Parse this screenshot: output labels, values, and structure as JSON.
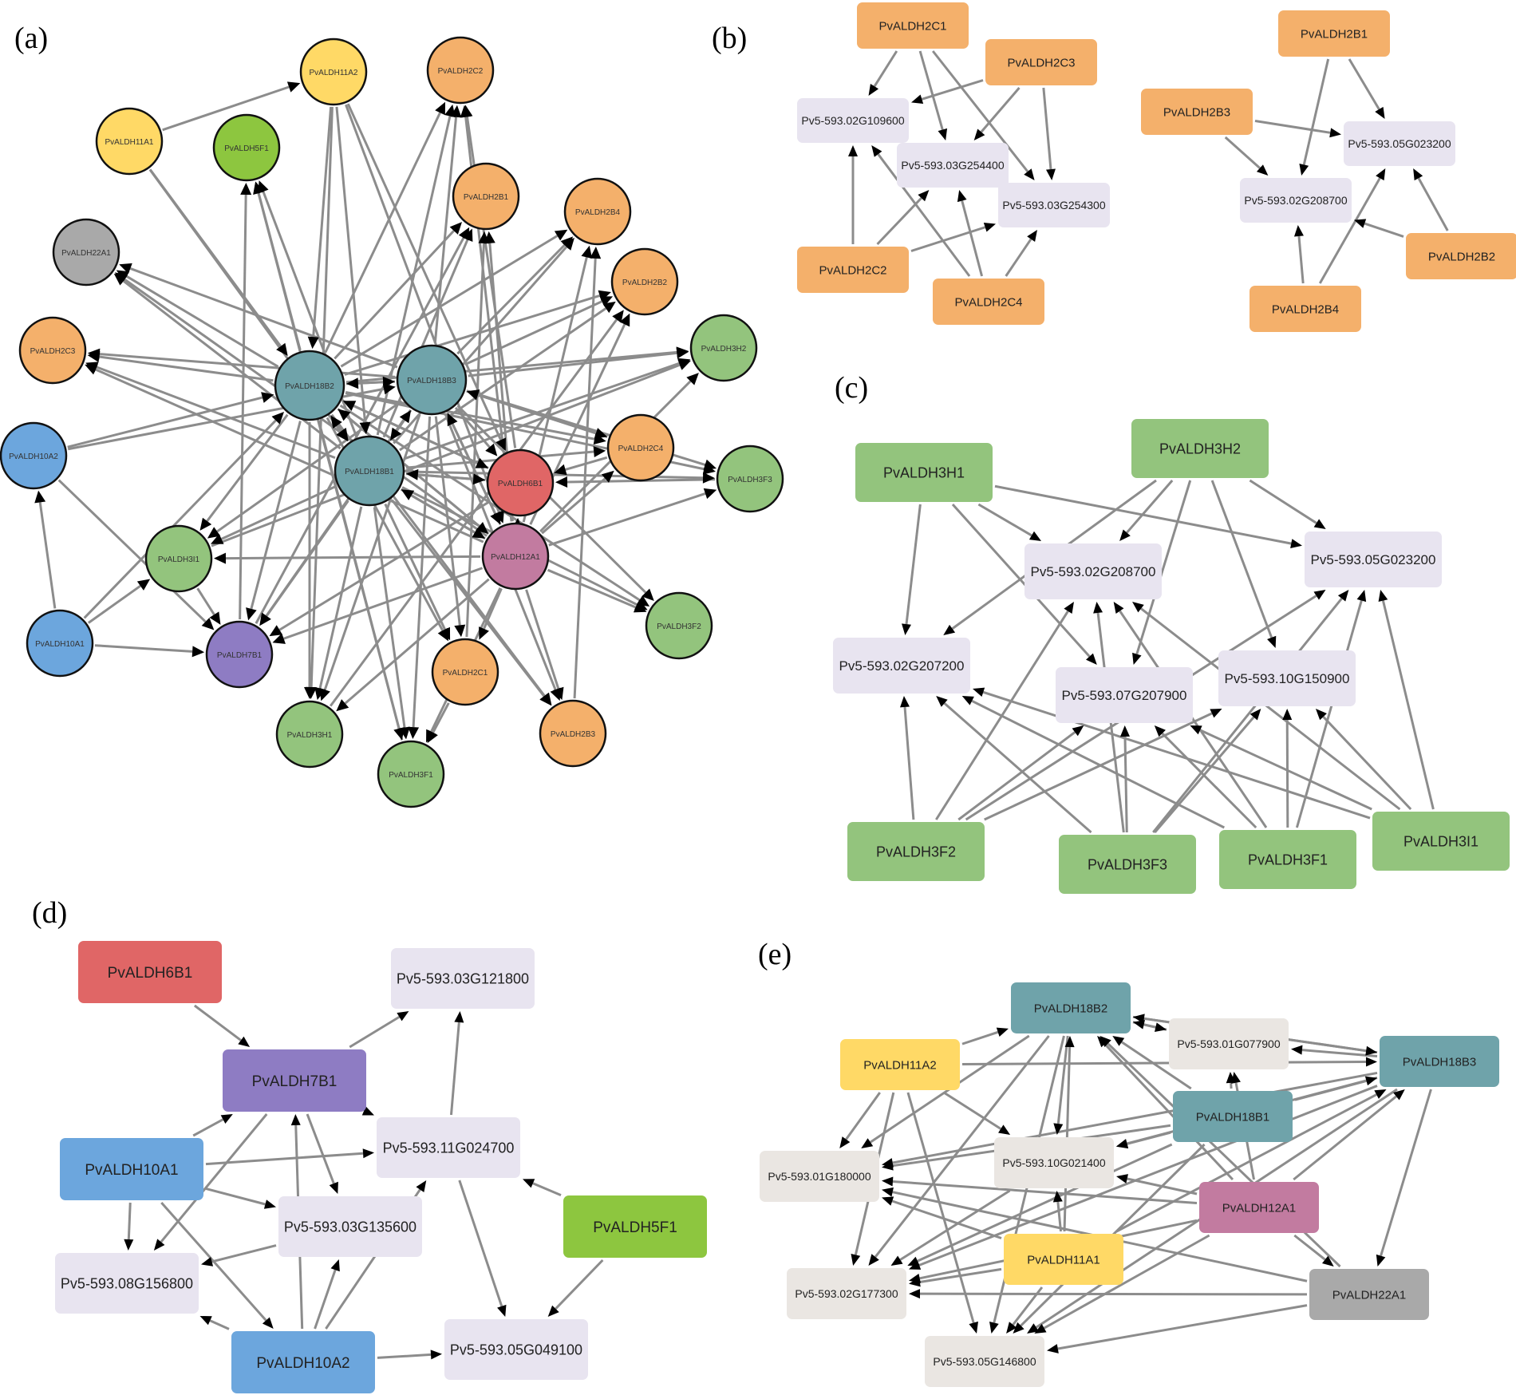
{
  "panels": [
    {
      "id": "a",
      "label": "(a)"
    },
    {
      "id": "b",
      "label": "(b)"
    },
    {
      "id": "c",
      "label": "(c)"
    },
    {
      "id": "d",
      "label": "(d)"
    },
    {
      "id": "e",
      "label": "(e)"
    }
  ],
  "colors": {
    "orange": "#F4B06B",
    "green": "#93C47D",
    "lime": "#8DC63F",
    "yellow": "#FFD966",
    "grey": "#A9A9A9",
    "teal": "#6FA3AA",
    "blue": "#6CA6DD",
    "red": "#E06666",
    "pink": "#C27BA0",
    "purple": "#8E7CC3",
    "lavender": "#E8E4F0",
    "beige": "#EAE6E2",
    "edge": "#8C8C8C"
  },
  "network_a": {
    "nodes": [
      {
        "id": "a_11A2",
        "label": "PvALDH11A2",
        "color": "yellow"
      },
      {
        "id": "a_2C2",
        "label": "PvALDH2C2",
        "color": "orange"
      },
      {
        "id": "a_11A1",
        "label": "PvALDH11A1",
        "color": "yellow"
      },
      {
        "id": "a_5F1",
        "label": "PvALDH5F1",
        "color": "lime"
      },
      {
        "id": "a_2B1",
        "label": "PvALDH2B1",
        "color": "orange"
      },
      {
        "id": "a_2B4",
        "label": "PvALDH2B4",
        "color": "orange"
      },
      {
        "id": "a_22A1",
        "label": "PvALDH22A1",
        "color": "grey"
      },
      {
        "id": "a_2B2",
        "label": "PvALDH2B2",
        "color": "orange"
      },
      {
        "id": "a_3H2",
        "label": "PvALDH3H2",
        "color": "green"
      },
      {
        "id": "a_2C3",
        "label": "PvALDH2C3",
        "color": "orange"
      },
      {
        "id": "a_18B2",
        "label": "PvALDH18B2",
        "color": "teal"
      },
      {
        "id": "a_18B3",
        "label": "PvALDH18B3",
        "color": "teal"
      },
      {
        "id": "a_2C4",
        "label": "PvALDH2C4",
        "color": "orange"
      },
      {
        "id": "a_10A2",
        "label": "PvALDH10A2",
        "color": "blue"
      },
      {
        "id": "a_18B1",
        "label": "PvALDH18B1",
        "color": "teal"
      },
      {
        "id": "a_6B1",
        "label": "PvALDH6B1",
        "color": "red"
      },
      {
        "id": "a_3F3",
        "label": "PvALDH3F3",
        "color": "green"
      },
      {
        "id": "a_3I1",
        "label": "PvALDH3I1",
        "color": "green"
      },
      {
        "id": "a_12A1",
        "label": "PvALDH12A1",
        "color": "pink"
      },
      {
        "id": "a_3F2",
        "label": "PvALDH3F2",
        "color": "green"
      },
      {
        "id": "a_10A1",
        "label": "PvALDH10A1",
        "color": "blue"
      },
      {
        "id": "a_7B1",
        "label": "PvALDH7B1",
        "color": "purple"
      },
      {
        "id": "a_2C1",
        "label": "PvALDH2C1",
        "color": "orange"
      },
      {
        "id": "a_2B3",
        "label": "PvALDH2B3",
        "color": "orange"
      },
      {
        "id": "a_3H1",
        "label": "PvALDH3H1",
        "color": "green"
      },
      {
        "id": "a_3F1",
        "label": "PvALDH3F1",
        "color": "green"
      }
    ]
  },
  "network_b": {
    "nodes": [
      {
        "id": "b_2C1",
        "label": "PvALDH2C1",
        "color": "orange"
      },
      {
        "id": "b_2C3",
        "label": "PvALDH2C3",
        "color": "orange"
      },
      {
        "id": "b_g109600",
        "label": "Pv5-593.02G109600",
        "color": "lavender"
      },
      {
        "id": "b_g254400",
        "label": "Pv5-593.03G254400",
        "color": "lavender"
      },
      {
        "id": "b_g254300",
        "label": "Pv5-593.03G254300",
        "color": "lavender"
      },
      {
        "id": "b_2C2",
        "label": "PvALDH2C2",
        "color": "orange"
      },
      {
        "id": "b_2C4",
        "label": "PvALDH2C4",
        "color": "orange"
      },
      {
        "id": "b_2B1",
        "label": "PvALDH2B1",
        "color": "orange"
      },
      {
        "id": "b_2B3",
        "label": "PvALDH2B3",
        "color": "orange"
      },
      {
        "id": "b_g023200",
        "label": "Pv5-593.05G023200",
        "color": "lavender"
      },
      {
        "id": "b_g208700",
        "label": "Pv5-593.02G208700",
        "color": "lavender"
      },
      {
        "id": "b_2B2",
        "label": "PvALDH2B2",
        "color": "orange"
      },
      {
        "id": "b_2B4",
        "label": "PvALDH2B4",
        "color": "orange"
      }
    ]
  },
  "network_c": {
    "nodes": [
      {
        "id": "c_3H1",
        "label": "PvALDH3H1",
        "color": "green"
      },
      {
        "id": "c_3H2",
        "label": "PvALDH3H2",
        "color": "green"
      },
      {
        "id": "c_g208700",
        "label": "Pv5-593.02G208700",
        "color": "lavender"
      },
      {
        "id": "c_g023200",
        "label": "Pv5-593.05G023200",
        "color": "lavender"
      },
      {
        "id": "c_g207200",
        "label": "Pv5-593.02G207200",
        "color": "lavender"
      },
      {
        "id": "c_g207900",
        "label": "Pv5-593.07G207900",
        "color": "lavender"
      },
      {
        "id": "c_g150900",
        "label": "Pv5-593.10G150900",
        "color": "lavender"
      },
      {
        "id": "c_3F2",
        "label": "PvALDH3F2",
        "color": "green"
      },
      {
        "id": "c_3F3",
        "label": "PvALDH3F3",
        "color": "green"
      },
      {
        "id": "c_3F1",
        "label": "PvALDH3F1",
        "color": "green"
      },
      {
        "id": "c_3I1",
        "label": "PvALDH3I1",
        "color": "green"
      }
    ]
  },
  "network_d": {
    "nodes": [
      {
        "id": "d_6B1",
        "label": "PvALDH6B1",
        "color": "red"
      },
      {
        "id": "d_g121800",
        "label": "Pv5-593.03G121800",
        "color": "lavender"
      },
      {
        "id": "d_7B1",
        "label": "PvALDH7B1",
        "color": "purple"
      },
      {
        "id": "d_10A1",
        "label": "PvALDH10A1",
        "color": "blue"
      },
      {
        "id": "d_g024700",
        "label": "Pv5-593.11G024700",
        "color": "lavender"
      },
      {
        "id": "d_g135600",
        "label": "Pv5-593.03G135600",
        "color": "lavender"
      },
      {
        "id": "d_5F1",
        "label": "PvALDH5F1",
        "color": "lime"
      },
      {
        "id": "d_g156800",
        "label": "Pv5-593.08G156800",
        "color": "lavender"
      },
      {
        "id": "d_10A2",
        "label": "PvALDH10A2",
        "color": "blue"
      },
      {
        "id": "d_g049100",
        "label": "Pv5-593.05G049100",
        "color": "lavender"
      }
    ]
  },
  "network_e": {
    "nodes": [
      {
        "id": "e_18B2",
        "label": "PvALDH18B2",
        "color": "teal"
      },
      {
        "id": "e_g077900",
        "label": "Pv5-593.01G077900",
        "color": "beige"
      },
      {
        "id": "e_11A2",
        "label": "PvALDH11A2",
        "color": "yellow"
      },
      {
        "id": "e_18B3",
        "label": "PvALDH18B3",
        "color": "teal"
      },
      {
        "id": "e_18B1",
        "label": "PvALDH18B1",
        "color": "teal"
      },
      {
        "id": "e_g180000",
        "label": "Pv5-593.01G180000",
        "color": "beige"
      },
      {
        "id": "e_g021400",
        "label": "Pv5-593.10G021400",
        "color": "beige"
      },
      {
        "id": "e_12A1",
        "label": "PvALDH12A1",
        "color": "pink"
      },
      {
        "id": "e_11A1",
        "label": "PvALDH11A1",
        "color": "yellow"
      },
      {
        "id": "e_g177300",
        "label": "Pv5-593.02G177300",
        "color": "beige"
      },
      {
        "id": "e_22A1",
        "label": "PvALDH22A1",
        "color": "grey"
      },
      {
        "id": "e_g146800",
        "label": "Pv5-593.05G146800",
        "color": "beige"
      }
    ]
  }
}
